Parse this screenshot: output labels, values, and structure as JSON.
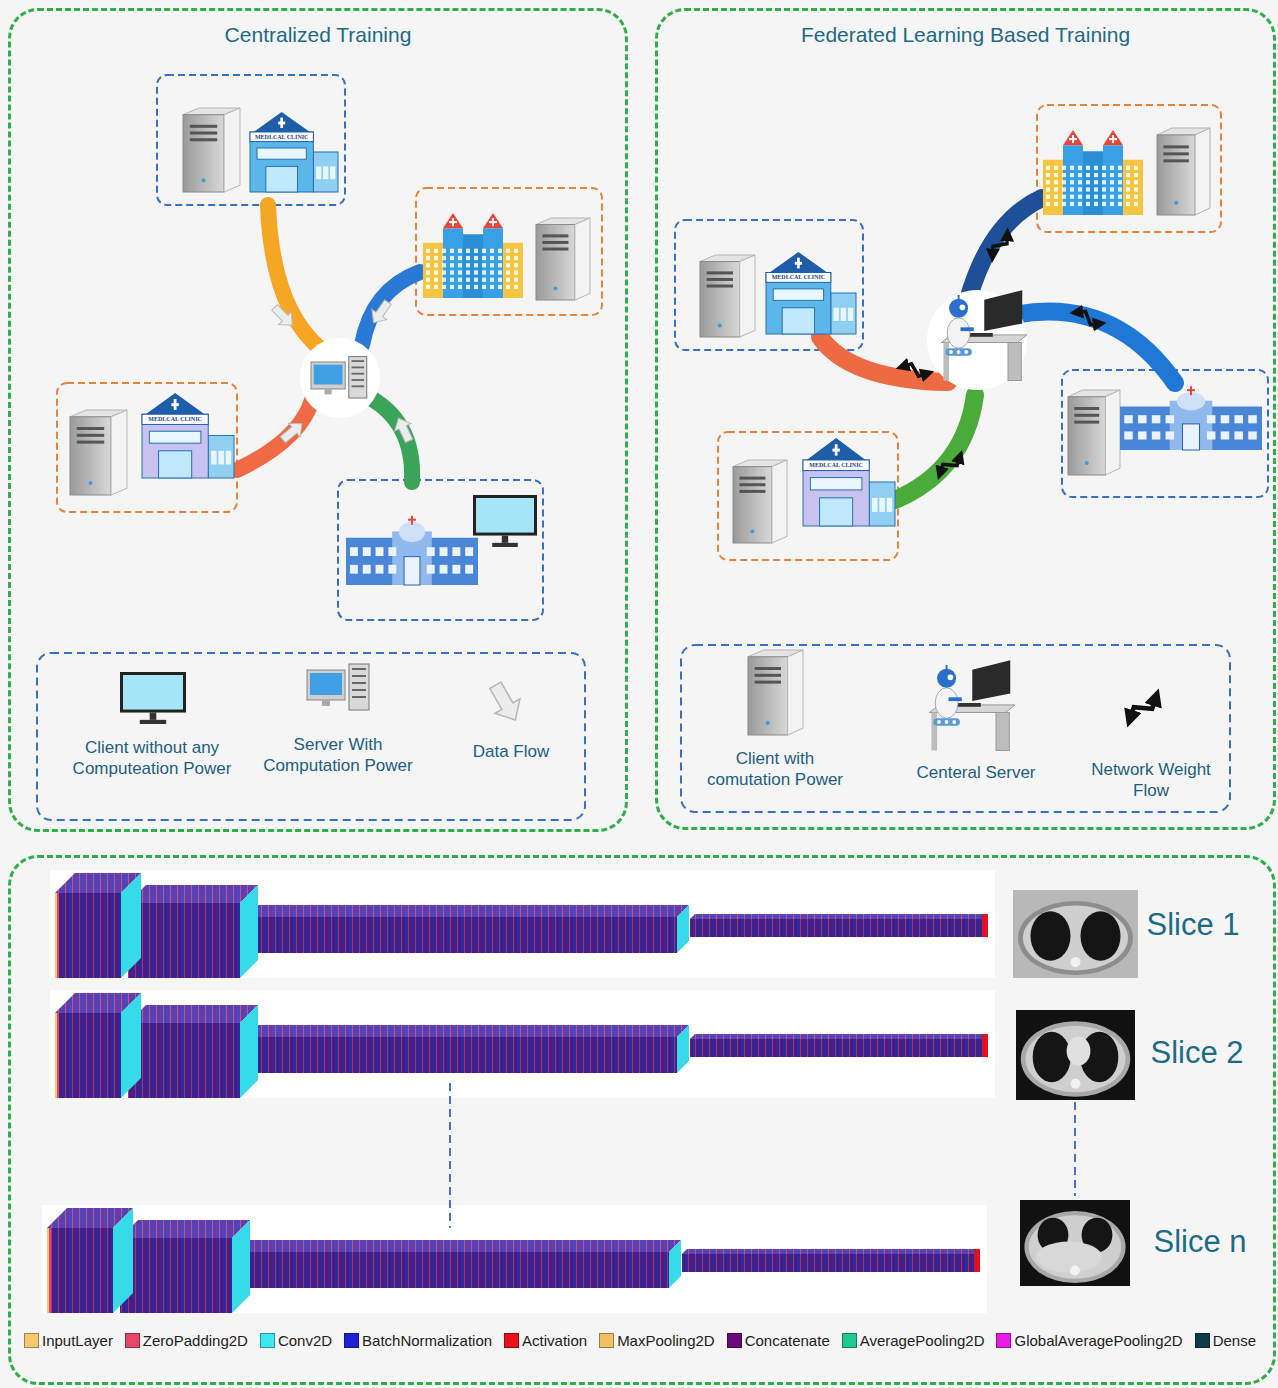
{
  "diagram": {
    "nodes": [
      {
        "text": [
          "Centralized Training"
        ]
      },
      {
        "text": [
          "Federated Learning Based Training"
        ]
      }
    ],
    "labels": [
      "MEDLCAL CLINIC",
      "MEDLCAL CLINIC",
      "MEDLCAL CLINIC",
      "MEDLCAL CLINIC",
      "Slice 1",
      "Slice 2",
      "Slice n"
    ],
    "legend": [
      {
        "text": "Client without any Computeation Power"
      },
      {
        "text": "Server With Computation Power"
      },
      {
        "text": "Data Flow"
      },
      {
        "text": "Client with comutation Power"
      },
      {
        "text": "Centeral Server"
      },
      {
        "text": "Network Weight Flow"
      },
      {
        "text": "InputLayer",
        "color": "#f5c96b"
      },
      {
        "text": "ZeroPadding2D",
        "color": "#e8456b"
      },
      {
        "text": "Conv2D",
        "color": "#3ee8f0"
      },
      {
        "text": "BatchNormalization",
        "color": "#1f1fd6"
      },
      {
        "text": "Activation",
        "color": "#e8101a"
      },
      {
        "text": "MaxPooling2D",
        "color": "#f2c060"
      },
      {
        "text": "Concatenate",
        "color": "#6a0a7a"
      },
      {
        "text": "AveragePooling2D",
        "color": "#1fc98f"
      },
      {
        "text": "GlobalAveragePooling2D",
        "color": "#e61be6"
      },
      {
        "text": "Dense",
        "color": "#0d3b4a"
      }
    ]
  }
}
